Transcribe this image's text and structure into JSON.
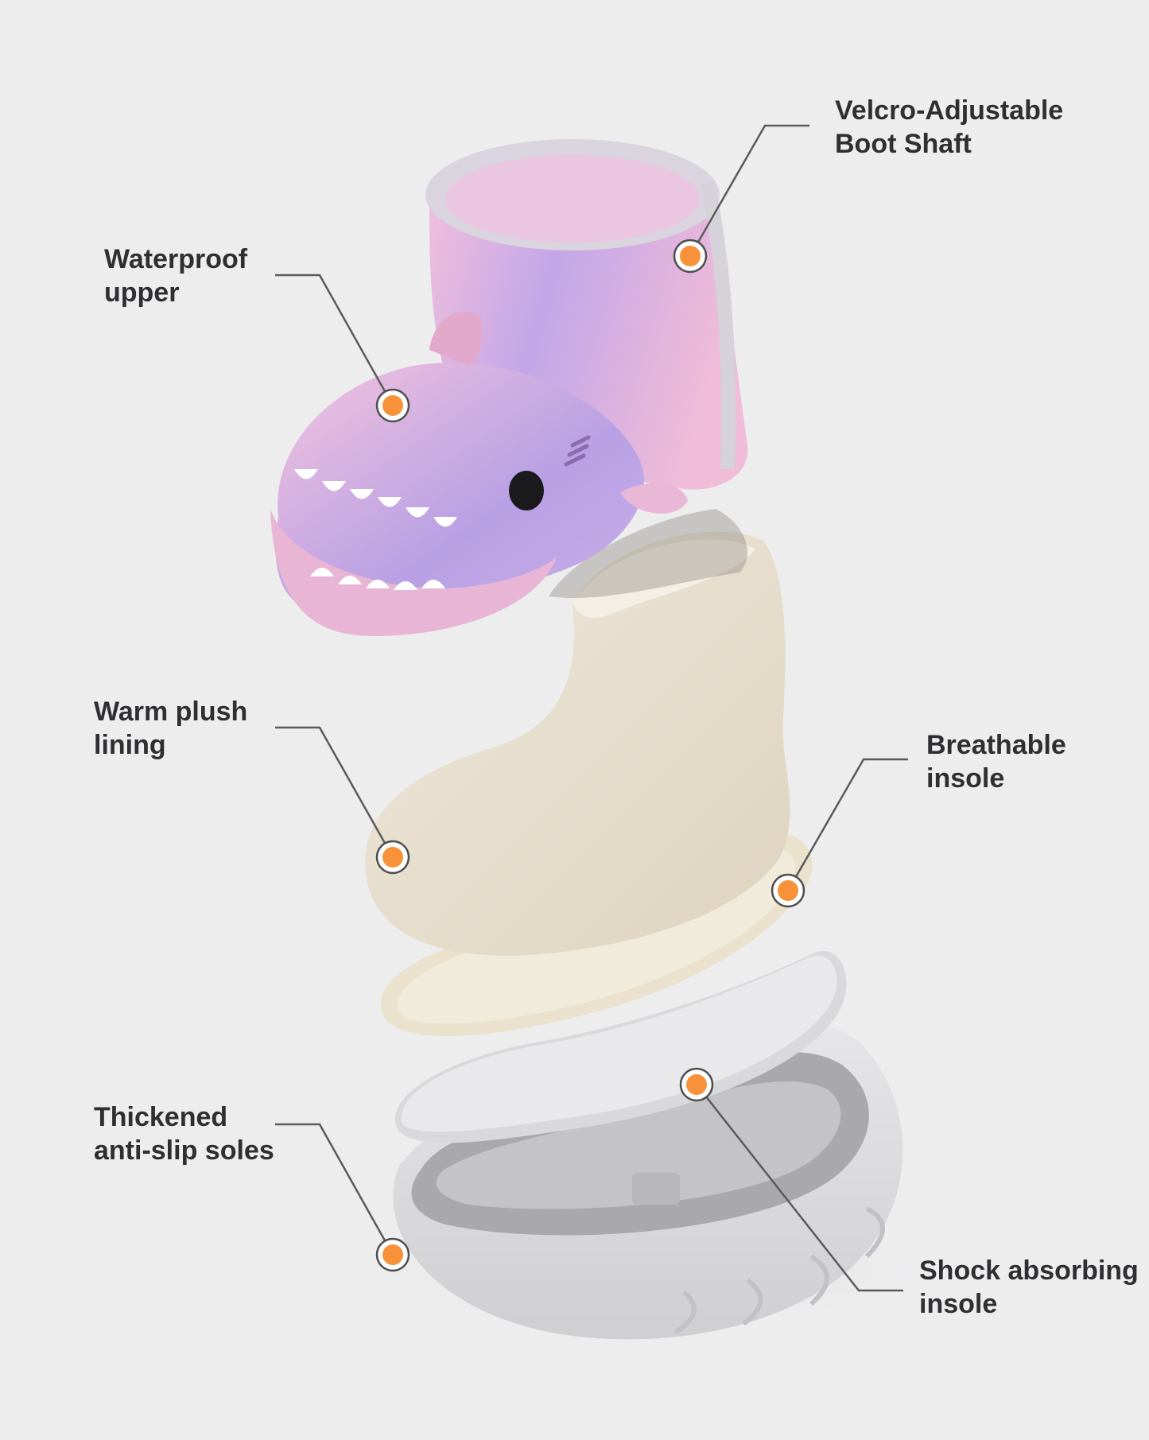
{
  "callouts": [
    {
      "id": "shaft",
      "lines": [
        "Velcro-Adjustable",
        "Boot Shaft"
      ]
    },
    {
      "id": "upper",
      "lines": [
        "Waterproof",
        "upper"
      ]
    },
    {
      "id": "lining",
      "lines": [
        "Warm plush",
        "lining"
      ]
    },
    {
      "id": "insole",
      "lines": [
        "Breathable",
        "insole"
      ]
    },
    {
      "id": "sole",
      "lines": [
        "Thickened",
        "anti-slip soles"
      ]
    },
    {
      "id": "shock",
      "lines": [
        "Shock absorbing",
        "insole"
      ]
    }
  ],
  "colors": {
    "background": "#ededee",
    "label_text": "#2f2f31",
    "leader_line": "#5a5a5c",
    "marker_fill": "#f7913a",
    "marker_ring": "#ffffff",
    "upper_pink": "#f1bcd9",
    "upper_purple": "#b9a2e6",
    "lining": "#e9e1d0",
    "sole": "#dcdcde"
  }
}
